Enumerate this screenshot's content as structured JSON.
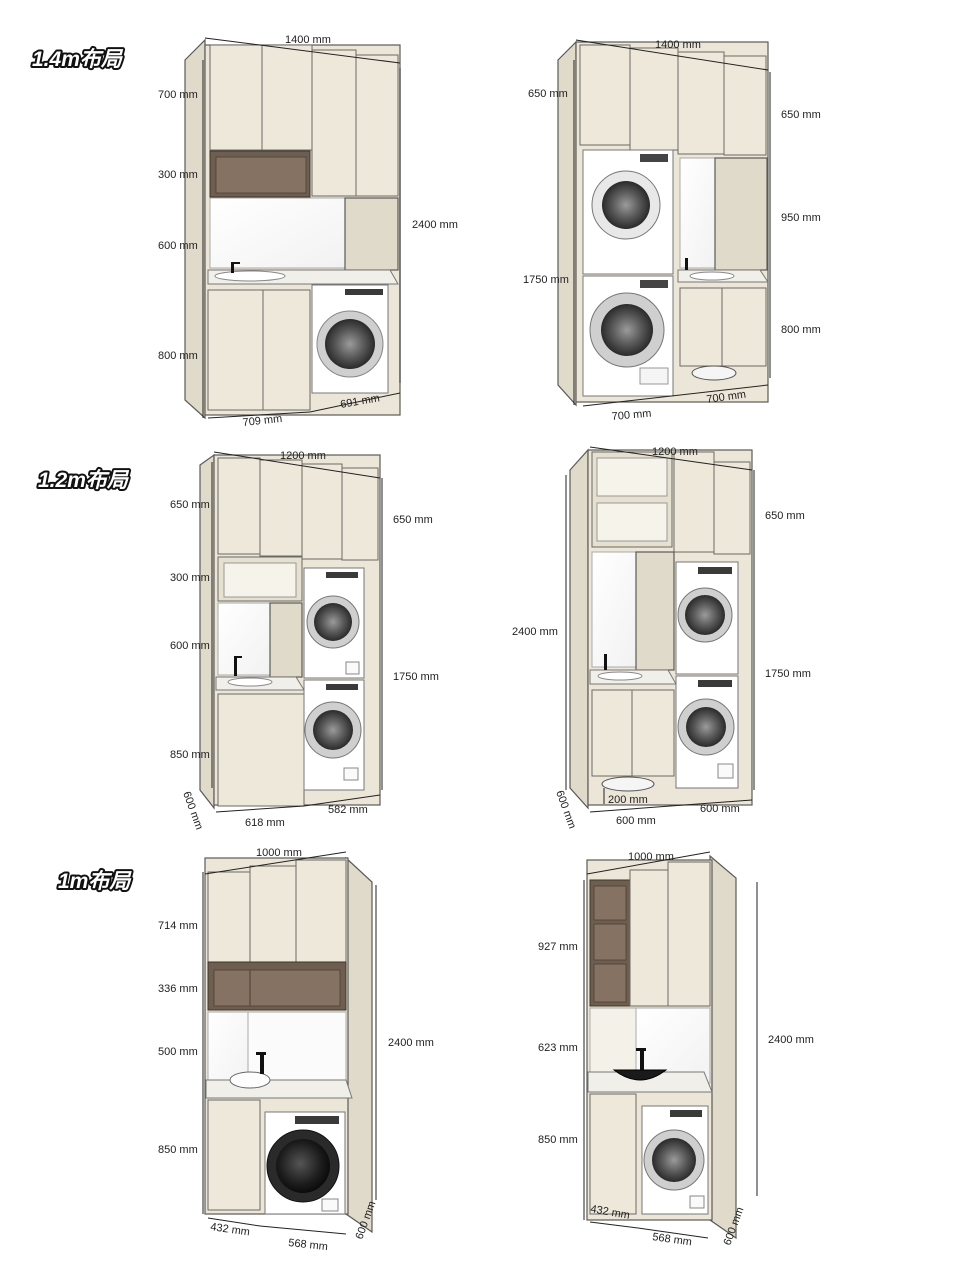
{
  "sections": [
    {
      "title": "1.4m布局"
    },
    {
      "title": "1.2m布局"
    },
    {
      "title": "1m布局"
    }
  ],
  "dims": {
    "p1": {
      "width": "1400 mm",
      "h_top": "700 mm",
      "h_open": "300 mm",
      "h_mirror": "600 mm",
      "h_base": "800 mm",
      "total": "2400 mm",
      "w_left": "709 mm",
      "w_right": "691 mm"
    },
    "p2": {
      "width": "1400 mm",
      "h_top_l": "650 mm",
      "h_stack": "1750 mm",
      "h_top_r": "650 mm",
      "h_mid_r": "950 mm",
      "h_base_r": "800 mm",
      "w_left": "700 mm",
      "w_right": "700 mm"
    },
    "p3": {
      "width": "1200 mm",
      "h_top_l": "650 mm",
      "h_open": "300 mm",
      "h_mirror": "600 mm",
      "h_base": "850 mm",
      "depth": "600 mm",
      "h_top_r": "650 mm",
      "h_stack": "1750 mm",
      "w_left": "618 mm",
      "w_right": "582 mm"
    },
    "p4": {
      "width": "1200 mm",
      "total": "2400 mm",
      "depth": "600 mm",
      "h_top_r": "650 mm",
      "h_stack": "1750 mm",
      "gap": "200 mm",
      "w_left": "600 mm",
      "w_right": "600 mm"
    },
    "p5": {
      "width": "1000 mm",
      "h_top": "714 mm",
      "h_open": "336 mm",
      "h_mirror": "500 mm",
      "h_base": "850 mm",
      "total": "2400 mm",
      "depth": "600 mm",
      "w_left": "432 mm",
      "w_right": "568 mm"
    },
    "p6": {
      "width": "1000 mm",
      "h_top": "927 mm",
      "h_mirror": "623 mm",
      "h_base": "850 mm",
      "total": "2400 mm",
      "depth": "600 mm",
      "w_left": "432 mm",
      "w_right": "568 mm"
    }
  }
}
